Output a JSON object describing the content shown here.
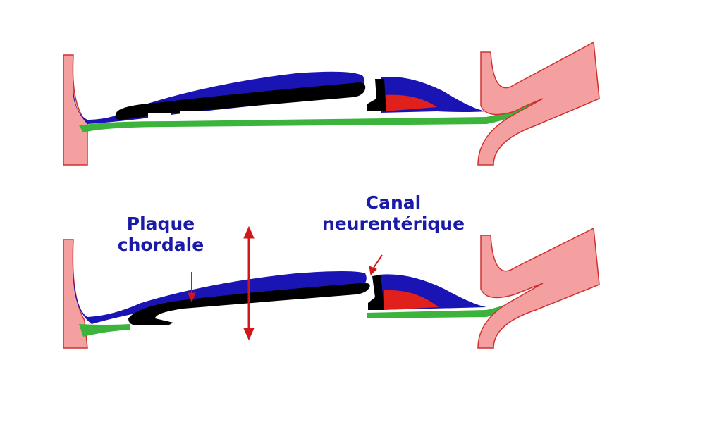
{
  "labels": {
    "plaque": {
      "line1": "Plaque",
      "line2": "chordale"
    },
    "canal": {
      "line1": "Canal",
      "line2": "neurentérique"
    }
  },
  "colors": {
    "label_text": "#1a1aa8",
    "ectoderm_blue": "#1a14b4",
    "chord_black": "#000000",
    "endoderm_green": "#3cb43c",
    "mesoderm_red": "#e0201a",
    "wall_pink": "#f4a0a0",
    "wall_outline_red": "#d03030",
    "arrow_red": "#d01818"
  },
  "diagram": {
    "panels": [
      "top-section",
      "bottom-section"
    ],
    "icons": [
      "double-headed-arrow-icon",
      "pointer-arrow-icon"
    ]
  }
}
